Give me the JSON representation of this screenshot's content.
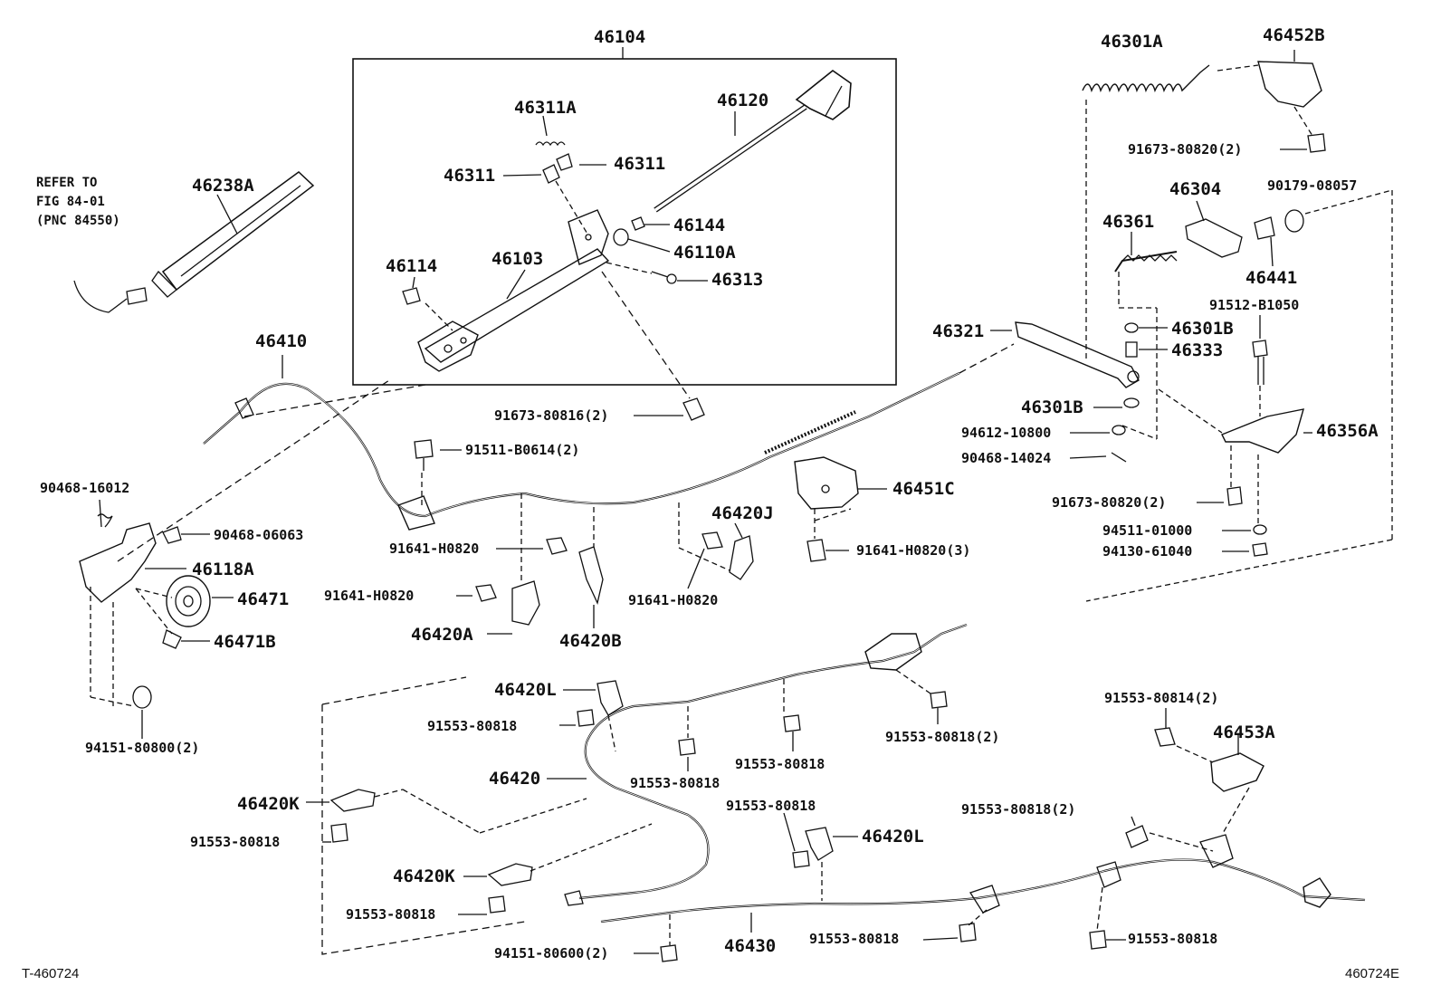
{
  "drawing": {
    "code_left": "T-460724",
    "code_right": "460724E",
    "refer_note": [
      "REFER TO",
      "FIG 84-01",
      "(PNC 84550)"
    ]
  },
  "callouts": {
    "p46104": "46104",
    "p46311A": "46311A",
    "p46120": "46120",
    "p46311_left": "46311",
    "p46311_right": "46311",
    "p46144": "46144",
    "p46110A": "46110A",
    "p46114": "46114",
    "p46103": "46103",
    "p46313": "46313",
    "p91673_80816": "91673-80816(2)",
    "p46238A": "46238A",
    "p46410": "46410",
    "p46301A": "46301A",
    "p46452B": "46452B",
    "p91673_80820_top": "91673-80820(2)",
    "p46304": "46304",
    "p90179_08057": "90179-08057",
    "p46361": "46361",
    "p46441": "46441",
    "p91512_B1050": "91512-B1050",
    "p46301B_top": "46301B",
    "p46333": "46333",
    "p46321": "46321",
    "p46301B_mid": "46301B",
    "p94612_10800": "94612-10800",
    "p90468_14024": "90468-14024",
    "p46356A": "46356A",
    "p91673_80820_mid": "91673-80820(2)",
    "p94511_01000": "94511-01000",
    "p94130_61040": "94130-61040",
    "p91511_B0614": "91511-B0614(2)",
    "p46451C": "46451C",
    "p46420J": "46420J",
    "p91641_H0820_3": "91641-H0820(3)",
    "p91641_H0820_a": "91641-H0820",
    "p91641_H0820_b": "91641-H0820",
    "p91641_H0820_c": "91641-H0820",
    "p46420A": "46420A",
    "p46420B": "46420B",
    "p90468_16012": "90468-16012",
    "p90468_06063": "90468-06063",
    "p46118A": "46118A",
    "p46471": "46471",
    "p46471B": "46471B",
    "p94151_80800": "94151-80800(2)",
    "p46420L_top": "46420L",
    "p91553_80818_a": "91553-80818",
    "p46420": "46420",
    "p91553_80818_b": "91553-80818",
    "p91553_80818_c": "91553-80818",
    "p91553_80818_2a": "91553-80818(2)",
    "p91553_80814": "91553-80814(2)",
    "p46453A": "46453A",
    "p46420K_top": "46420K",
    "p91553_80818_d": "91553-80818",
    "p91553_80818_e": "91553-80818",
    "p46420L_bot": "46420L",
    "p91553_80818_2b": "91553-80818(2)",
    "p46420K_bot": "46420K",
    "p91553_80818_f": "91553-80818",
    "p94151_80600": "94151-80600(2)",
    "p46430": "46430",
    "p91553_80818_g": "91553-80818",
    "p91553_80818_h": "91553-80818"
  }
}
